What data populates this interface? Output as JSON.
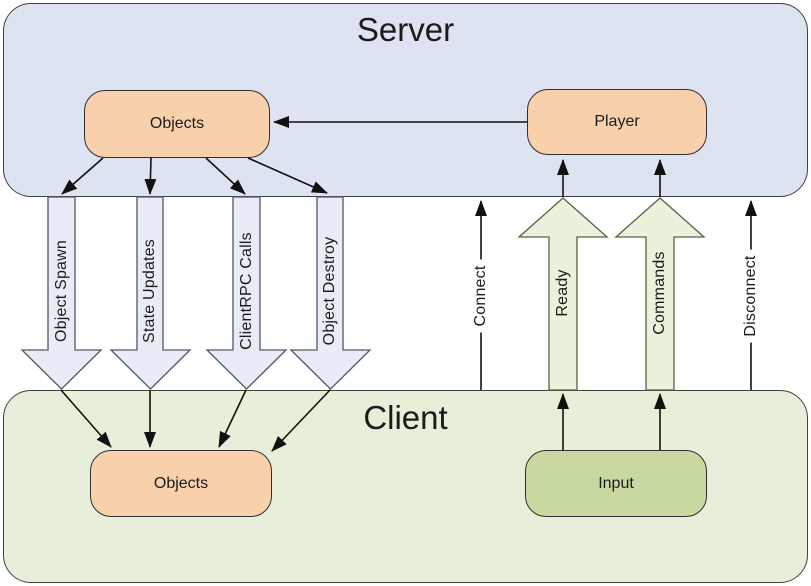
{
  "colors": {
    "server_fill": "#dde3f1",
    "server_border": "#3a4049",
    "client_fill": "#e7eeda",
    "client_border": "#3e4736",
    "orange_node_fill": "#f9d0ac",
    "orange_node_border": "#2f2f2f",
    "green_node_fill": "#c7d9a0",
    "green_node_border": "#2f2f2f",
    "down_arrow_fill": "#e9ecf6",
    "down_arrow_border": "#4f5866",
    "up_arrow_fill": "#eaf1dd",
    "up_arrow_border": "#566246",
    "line_color": "#111111",
    "text_color": "#1b1b1b"
  },
  "server": {
    "title": "Server",
    "objects_label": "Objects",
    "player_label": "Player"
  },
  "client": {
    "title": "Client",
    "objects_label": "Objects",
    "input_label": "Input"
  },
  "channels": {
    "down": [
      {
        "label": "Object Spawn",
        "style": "block-arrow-down"
      },
      {
        "label": "State Updates",
        "style": "block-arrow-down"
      },
      {
        "label": "ClientRPC Calls",
        "style": "block-arrow-down"
      },
      {
        "label": "Object Destroy",
        "style": "block-arrow-down"
      }
    ],
    "up": [
      {
        "label": "Connect",
        "style": "line-arrow-up"
      },
      {
        "label": "Ready",
        "style": "block-arrow-up"
      },
      {
        "label": "Commands",
        "style": "block-arrow-up"
      },
      {
        "label": "Disconnect",
        "style": "line-arrow-up"
      }
    ]
  }
}
